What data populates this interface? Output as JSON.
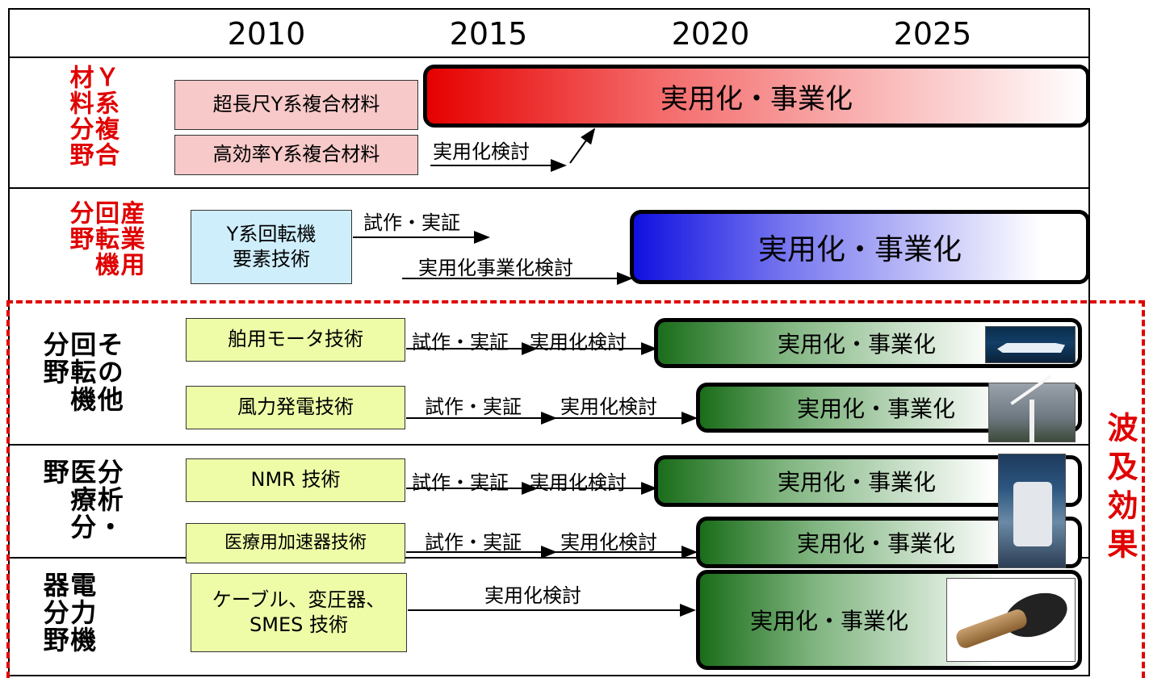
{
  "years": [
    "2010",
    "2015",
    "2020",
    "2025"
  ],
  "sections": [
    {
      "label": "Ｙ系複合材料分野",
      "items": [
        {
          "name": "超長尺Y系複合材料"
        },
        {
          "name": "高効率Y系複合材料",
          "phase": "実用化検討"
        }
      ],
      "bar": "実用化・事業化"
    },
    {
      "label": "産業用回転機分野",
      "items": [
        {
          "name_line1": "Y系回転機",
          "name_line2": "要素技術",
          "phase1": "試作・実証",
          "phase2": "実用化事業化検討"
        }
      ],
      "bar": "実用化・事業化"
    },
    {
      "label": "その他回転機分野",
      "items": [
        {
          "name": "舶用モータ技術",
          "phase1": "試作・実証",
          "phase2": "実用化検討",
          "bar": "実用化・事業化",
          "image": "ship-photo"
        },
        {
          "name": "風力発電技術",
          "phase1": "試作・実証",
          "phase2": "実用化検討",
          "bar": "実用化・事業化",
          "image": "wind-turbine-photo"
        }
      ]
    },
    {
      "label": "分析・医療分野",
      "items": [
        {
          "name": "NMR 技術",
          "phase1": "試作・実証",
          "phase2": "実用化検討",
          "bar": "実用化・事業化",
          "image": "nmr-device-photo"
        },
        {
          "name": "医療用加速器技術",
          "phase1": "試作・実証",
          "phase2": "実用化検討",
          "bar": "実用化・事業化"
        }
      ]
    },
    {
      "label": "電力機器分野",
      "items": [
        {
          "name_line1": "ケーブル、変圧器、",
          "name_line2": "SMES 技術",
          "phase": "実用化検討",
          "bar": "実用化・事業化",
          "image": "cable-photo"
        }
      ]
    }
  ],
  "side_label": "波及効果",
  "colors": {
    "red": "#e00000",
    "blue": "#1010e0",
    "green": "#1a6d1a",
    "pink_box": "#f7c9c9",
    "blue_box": "#cfeefc",
    "green_box": "#eefca8"
  }
}
